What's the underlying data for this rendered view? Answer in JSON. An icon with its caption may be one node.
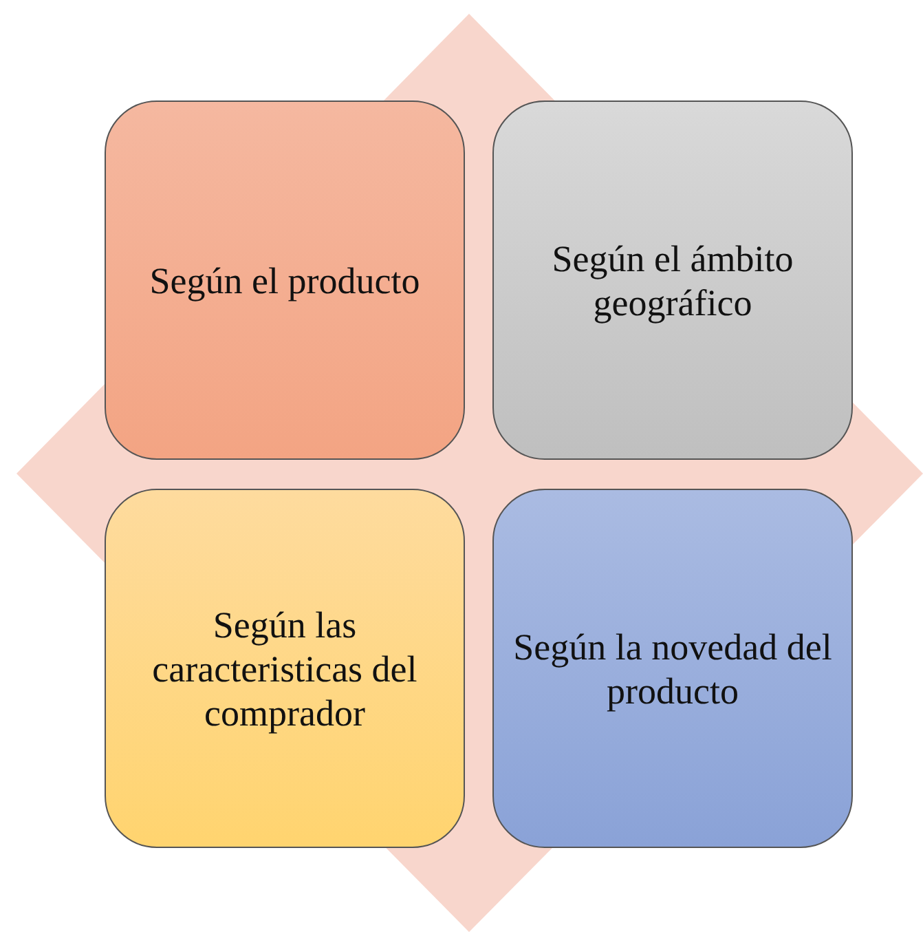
{
  "diagram": {
    "nodes": [
      {
        "text": [
          "Según el producto"
        ]
      },
      {
        "text": [
          "Según el ámbito geográfico"
        ]
      },
      {
        "text": [
          "Según las caracteristicas del comprador"
        ]
      },
      {
        "text": [
          "Según la novedad del producto"
        ]
      }
    ]
  }
}
